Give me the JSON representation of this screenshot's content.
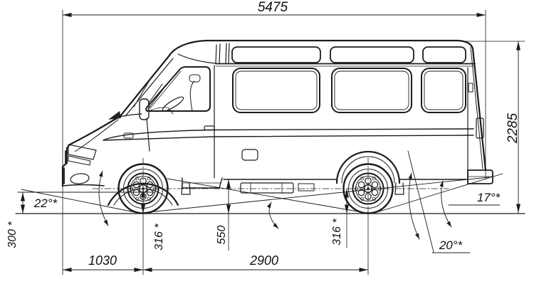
{
  "colors": {
    "line": "#1c1c1c",
    "background": "#ffffff"
  },
  "dimensions": {
    "overall_length": "5475",
    "overall_height": "2285",
    "front_overhang": "1030",
    "wheelbase": "2900",
    "front_end_height": "300 *",
    "front_tire_radius": "316 *",
    "rear_tire_radius": "316 *",
    "underbody_clearance": "550",
    "approach_angle": "22°*",
    "departure_angle": "17°*",
    "ramp_breakover_angle": "20°*"
  }
}
